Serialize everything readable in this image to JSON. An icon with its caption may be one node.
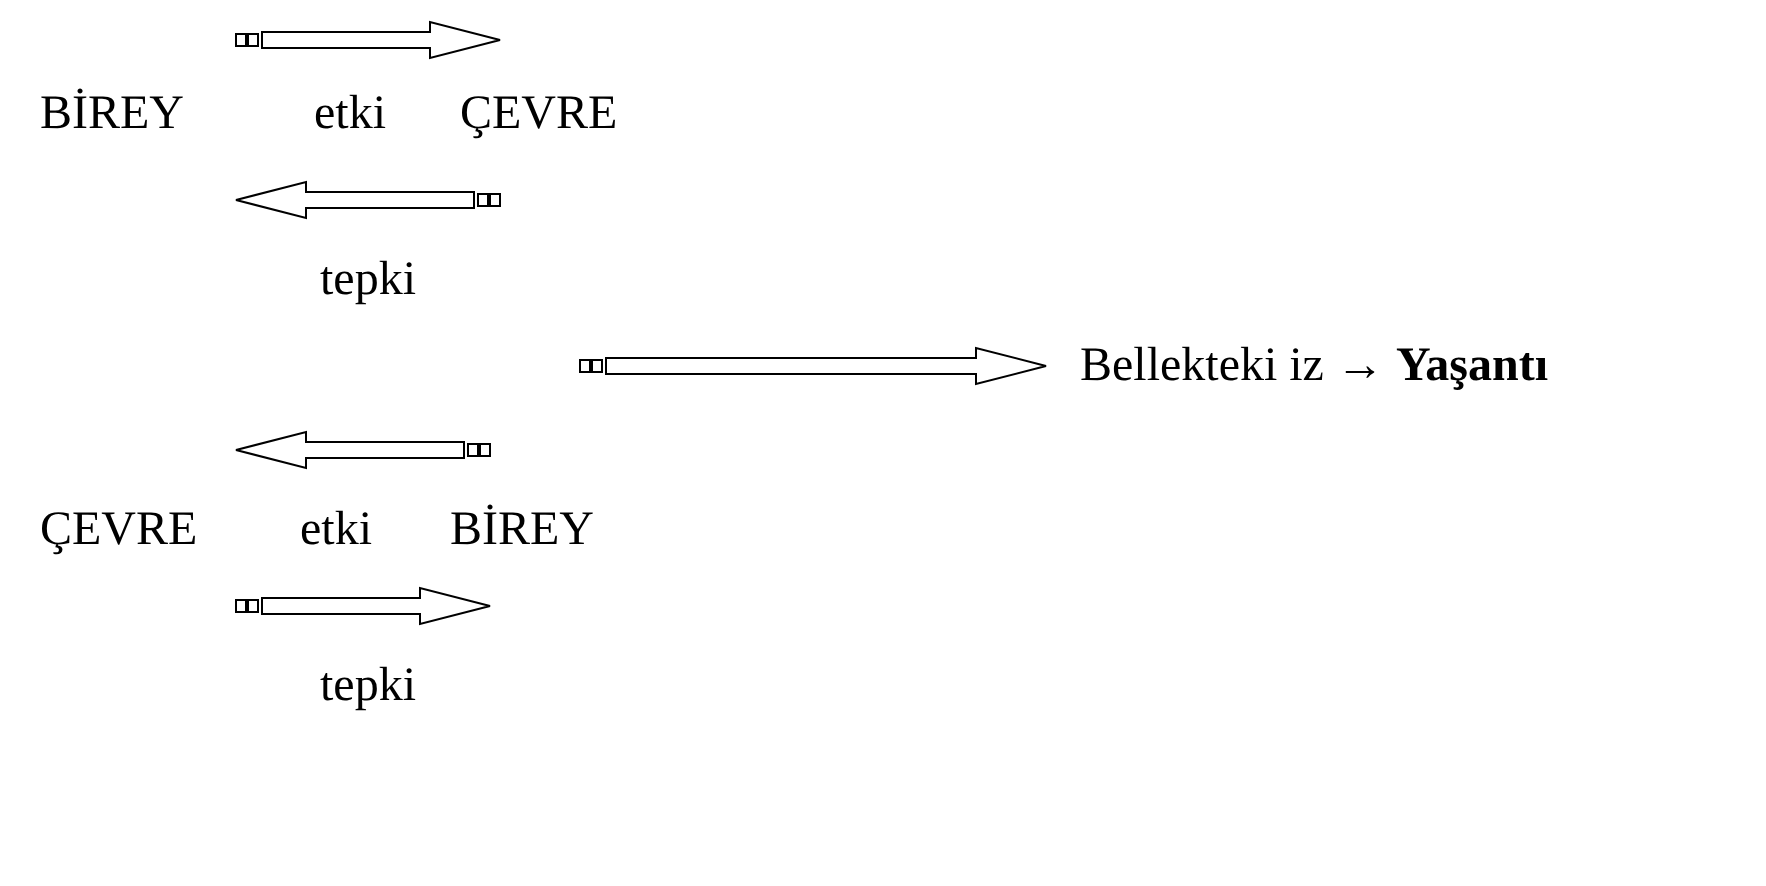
{
  "diagram": {
    "nodes": [
      {
        "text": [
          "BİREY"
        ]
      },
      {
        "text": [
          "ÇEVRE"
        ]
      },
      {
        "text": [
          "Bellekteki iz → **Yaşantı**"
        ]
      },
      {
        "text": [
          "ÇEVRE"
        ]
      },
      {
        "text": [
          "BİREY"
        ]
      }
    ],
    "edges": [
      {
        "from": 0,
        "to": 1,
        "arrow": "to",
        "label": "etki"
      },
      {
        "from": 1,
        "to": 0,
        "arrow": "to",
        "label": "tepki"
      },
      {
        "from": null,
        "to": 2,
        "arrow": "to"
      },
      {
        "from": 4,
        "to": 3,
        "arrow": "to",
        "label": "etki"
      },
      {
        "from": 3,
        "to": 4,
        "arrow": "to",
        "label": "tepki"
      }
    ]
  }
}
